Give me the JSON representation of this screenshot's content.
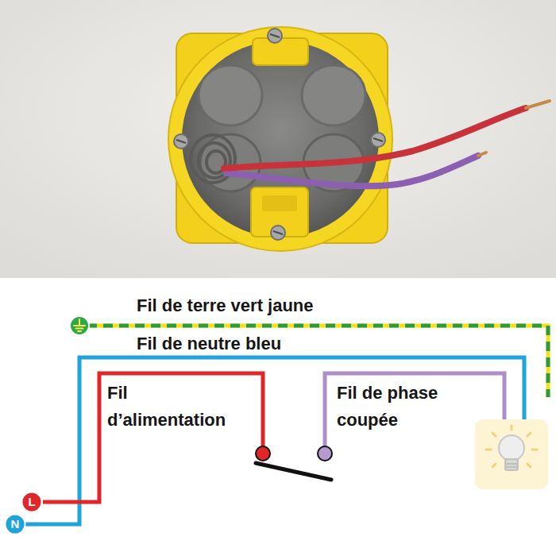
{
  "diagram": {
    "nodes": [
      {
        "text": [
          "L"
        ]
      },
      {
        "text": [
          "N"
        ]
      }
    ],
    "labels": [
      "Fil de terre vert jaune",
      "Fil de neutre bleu",
      "Fil d’alimentation",
      "Fil de phase coupée"
    ]
  }
}
